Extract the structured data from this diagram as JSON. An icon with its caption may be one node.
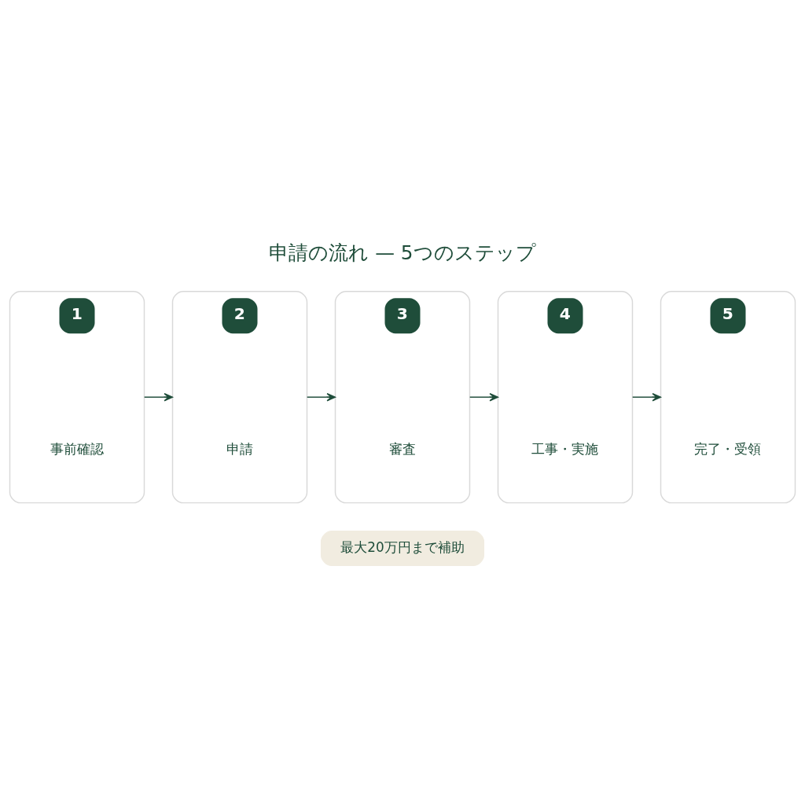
{
  "diagram": {
    "title": "申請の流れ — 5つのステップ",
    "nodes": [
      {
        "text": [
          "1",
          "事前確認"
        ]
      },
      {
        "text": [
          "2",
          "申請"
        ]
      },
      {
        "text": [
          "3",
          "審査"
        ]
      },
      {
        "text": [
          "4",
          "工事・実施"
        ]
      },
      {
        "text": [
          "5",
          "完了・受領"
        ]
      },
      {
        "text": [
          "最大20万円まで補助"
        ]
      }
    ],
    "edges": [
      {
        "from": 0,
        "to": 1,
        "arrow": "to"
      },
      {
        "from": 1,
        "to": 2,
        "arrow": "to"
      },
      {
        "from": 2,
        "to": 3,
        "arrow": "to"
      },
      {
        "from": 3,
        "to": 4,
        "arrow": "to"
      }
    ]
  }
}
